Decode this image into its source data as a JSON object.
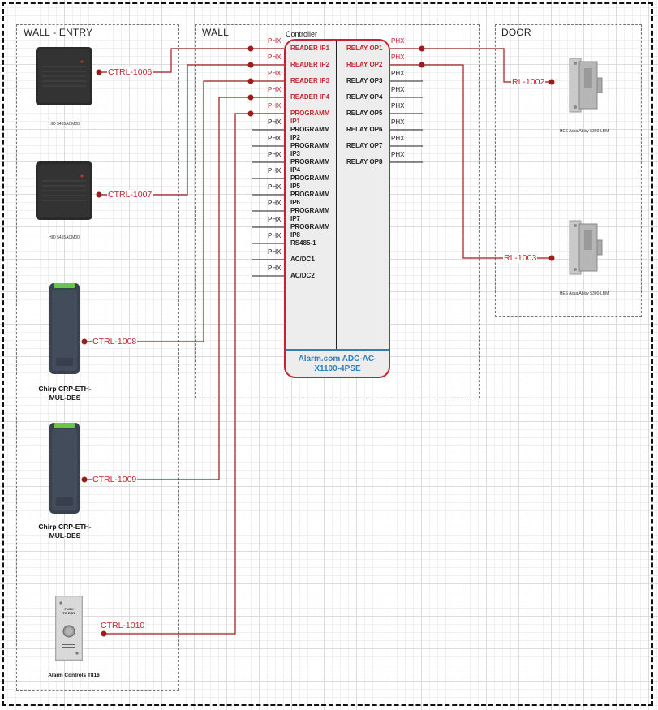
{
  "zones": {
    "wall_entry": "WALL - ENTRY",
    "wall": "WALL",
    "door": "DOOR"
  },
  "controller": {
    "title": "Controller",
    "model": "Alarm.com ADC-AC-X1100-4PSE",
    "phx": "PHX",
    "left_ports": [
      {
        "label": "READER IP1",
        "active": true
      },
      {
        "label": "READER IP2",
        "active": true
      },
      {
        "label": "READER IP3",
        "active": true
      },
      {
        "label": "READER IP4",
        "active": true
      },
      {
        "label": "PROGRAMM IP1",
        "active": true
      },
      {
        "label": "PROGRAMM IP2",
        "active": false
      },
      {
        "label": "PROGRAMM IP3",
        "active": false
      },
      {
        "label": "PROGRAMM IP4",
        "active": false
      },
      {
        "label": "PROGRAMM IP5",
        "active": false
      },
      {
        "label": "PROGRAMM IP6",
        "active": false
      },
      {
        "label": "PROGRAMM IP7",
        "active": false
      },
      {
        "label": "PROGRAMM IP8",
        "active": false
      },
      {
        "label": "RS485-1",
        "active": false
      },
      {
        "label": "AC/DC1",
        "active": false
      },
      {
        "label": "AC/DC2",
        "active": false
      }
    ],
    "right_ports": [
      {
        "label": "RELAY OP1",
        "active": true
      },
      {
        "label": "RELAY OP2",
        "active": true
      },
      {
        "label": "RELAY OP3",
        "active": false
      },
      {
        "label": "RELAY OP4",
        "active": false
      },
      {
        "label": "RELAY OP5",
        "active": false
      },
      {
        "label": "RELAY OP6",
        "active": false
      },
      {
        "label": "RELAY OP7",
        "active": false
      },
      {
        "label": "RELAY OP8",
        "active": false
      }
    ]
  },
  "devices": {
    "reader1": {
      "tag": "CTRL-1006",
      "caption": "HID 5455ACM00"
    },
    "reader2": {
      "tag": "CTRL-1007",
      "caption": "HID 5455ACM00"
    },
    "reader3": {
      "tag": "CTRL-1008",
      "caption": "Chirp CRP-ETH-MUL-DES"
    },
    "reader4": {
      "tag": "CTRL-1009",
      "caption": "Chirp CRP-ETH-MUL-DES"
    },
    "rex": {
      "tag": "CTRL-1010",
      "caption": "Alarm Controls T816",
      "plate_text": "PUSH TO EXIT"
    },
    "strike1": {
      "tag": "RL-1002",
      "caption": "HES Assa Abloy 5300-LBM"
    },
    "strike2": {
      "tag": "RL-1003",
      "caption": "HES Assa Abloy 5300-LBM"
    }
  },
  "colors": {
    "wire": "#9b1c1c",
    "controller_border": "#c0272d",
    "model_text": "#2f7fc1"
  }
}
